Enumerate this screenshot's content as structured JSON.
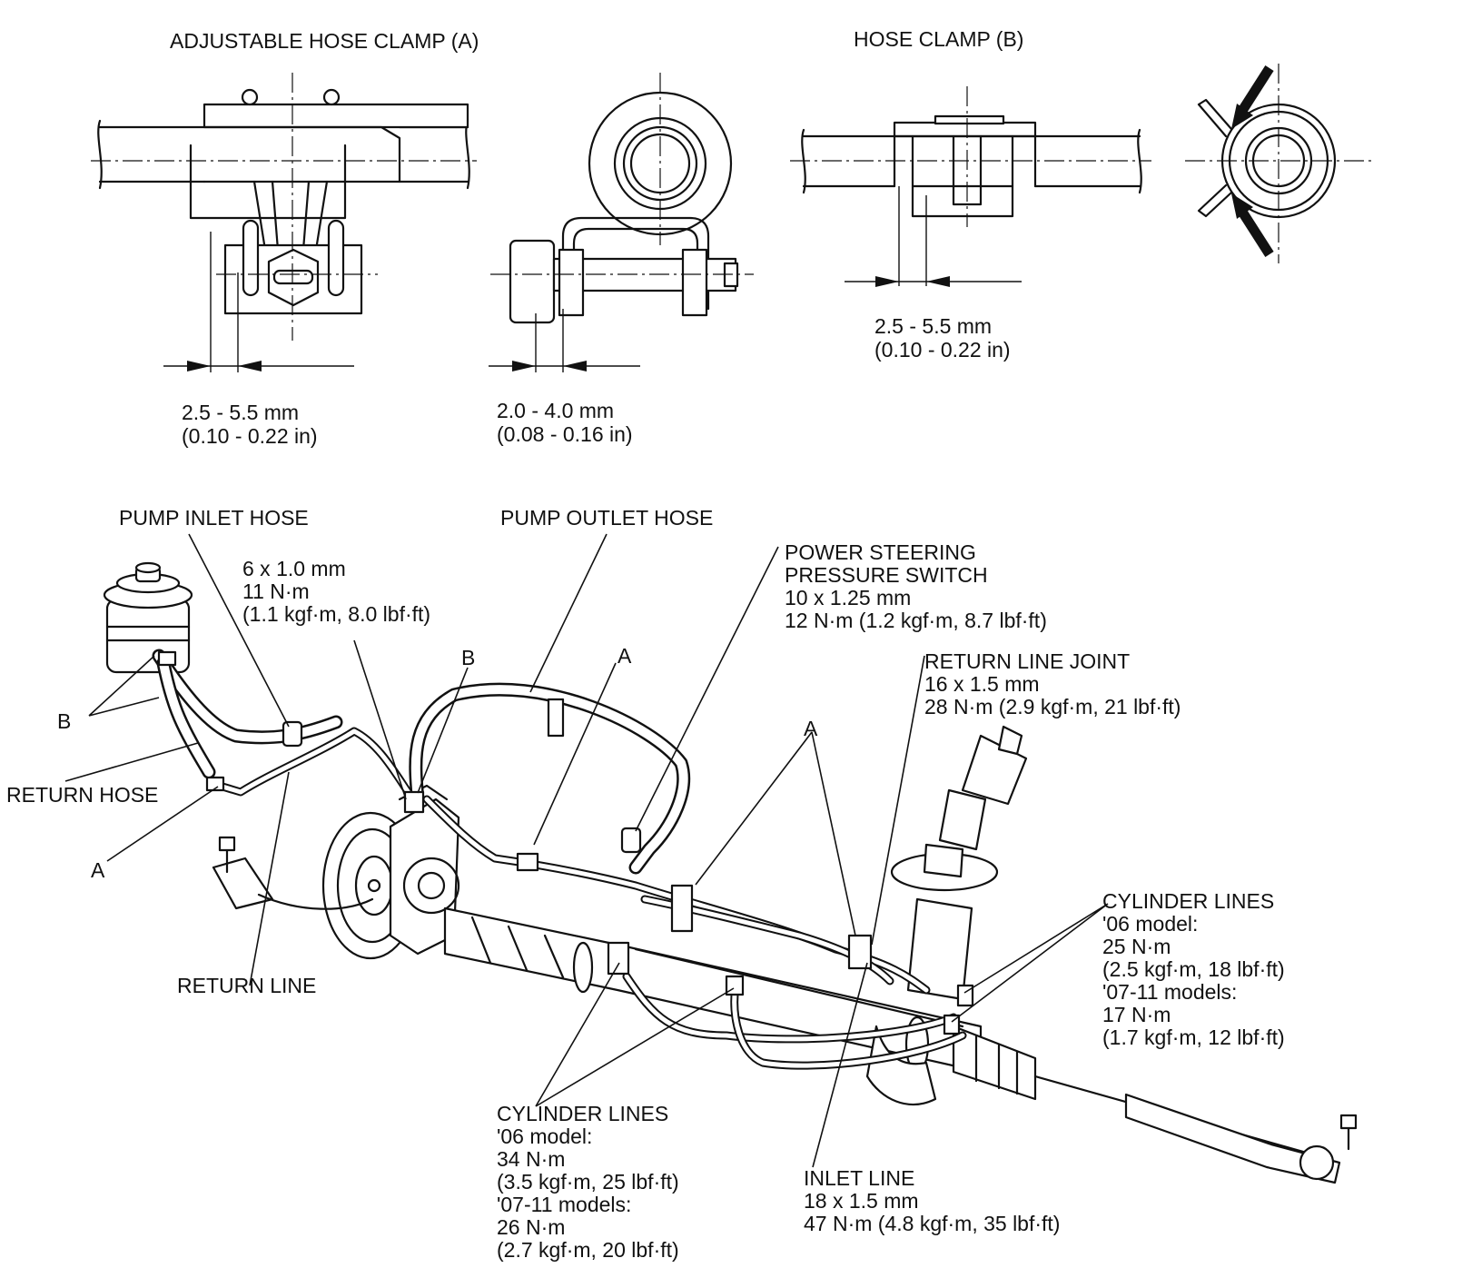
{
  "clamp_a": {
    "title": "ADJUSTABLE HOSE CLAMP (A)",
    "side_dim": [
      "2.5 - 5.5 mm",
      "(0.10 - 0.22 in)"
    ],
    "end_dim": [
      "2.0 - 4.0 mm",
      "(0.08 - 0.16 in)"
    ]
  },
  "clamp_b": {
    "title": "HOSE CLAMP (B)",
    "dim": [
      "2.5 - 5.5 mm",
      "(0.10 - 0.22 in)"
    ]
  },
  "callouts": {
    "pump_inlet_hose": "PUMP INLET HOSE",
    "pump_outlet_hose": "PUMP OUTLET HOSE",
    "pump_bolt": [
      "6 x 1.0 mm",
      "11 N·m",
      "(1.1 kgf·m, 8.0 lbf·ft)"
    ],
    "pressure_switch": [
      "POWER STEERING",
      "PRESSURE SWITCH",
      "10 x 1.25 mm",
      "12 N·m (1.2 kgf·m, 8.7 lbf·ft)"
    ],
    "return_line_joint": [
      "RETURN LINE JOINT",
      "16 x 1.5 mm",
      "28 N·m (2.9 kgf·m, 21 lbf·ft)"
    ],
    "return_hose": "RETURN HOSE",
    "return_line": "RETURN LINE",
    "cylinder_lines_right": [
      "CYLINDER LINES",
      "'06 model:",
      "25 N·m",
      "(2.5 kgf·m, 18 lbf·ft)",
      "'07-11 models:",
      "17 N·m",
      "(1.7 kgf·m, 12 lbf·ft)"
    ],
    "cylinder_lines_bottom": [
      "CYLINDER LINES",
      "'06 model:",
      "34 N·m",
      "(3.5 kgf·m, 25 lbf·ft)",
      "'07-11 models:",
      "26 N·m",
      "(2.7 kgf·m, 20 lbf·ft)"
    ],
    "inlet_line": [
      "INLET LINE",
      "18 x 1.5 mm",
      "47 N·m (4.8 kgf·m, 35 lbf·ft)"
    ],
    "letter_a": "A",
    "letter_b": "B"
  }
}
